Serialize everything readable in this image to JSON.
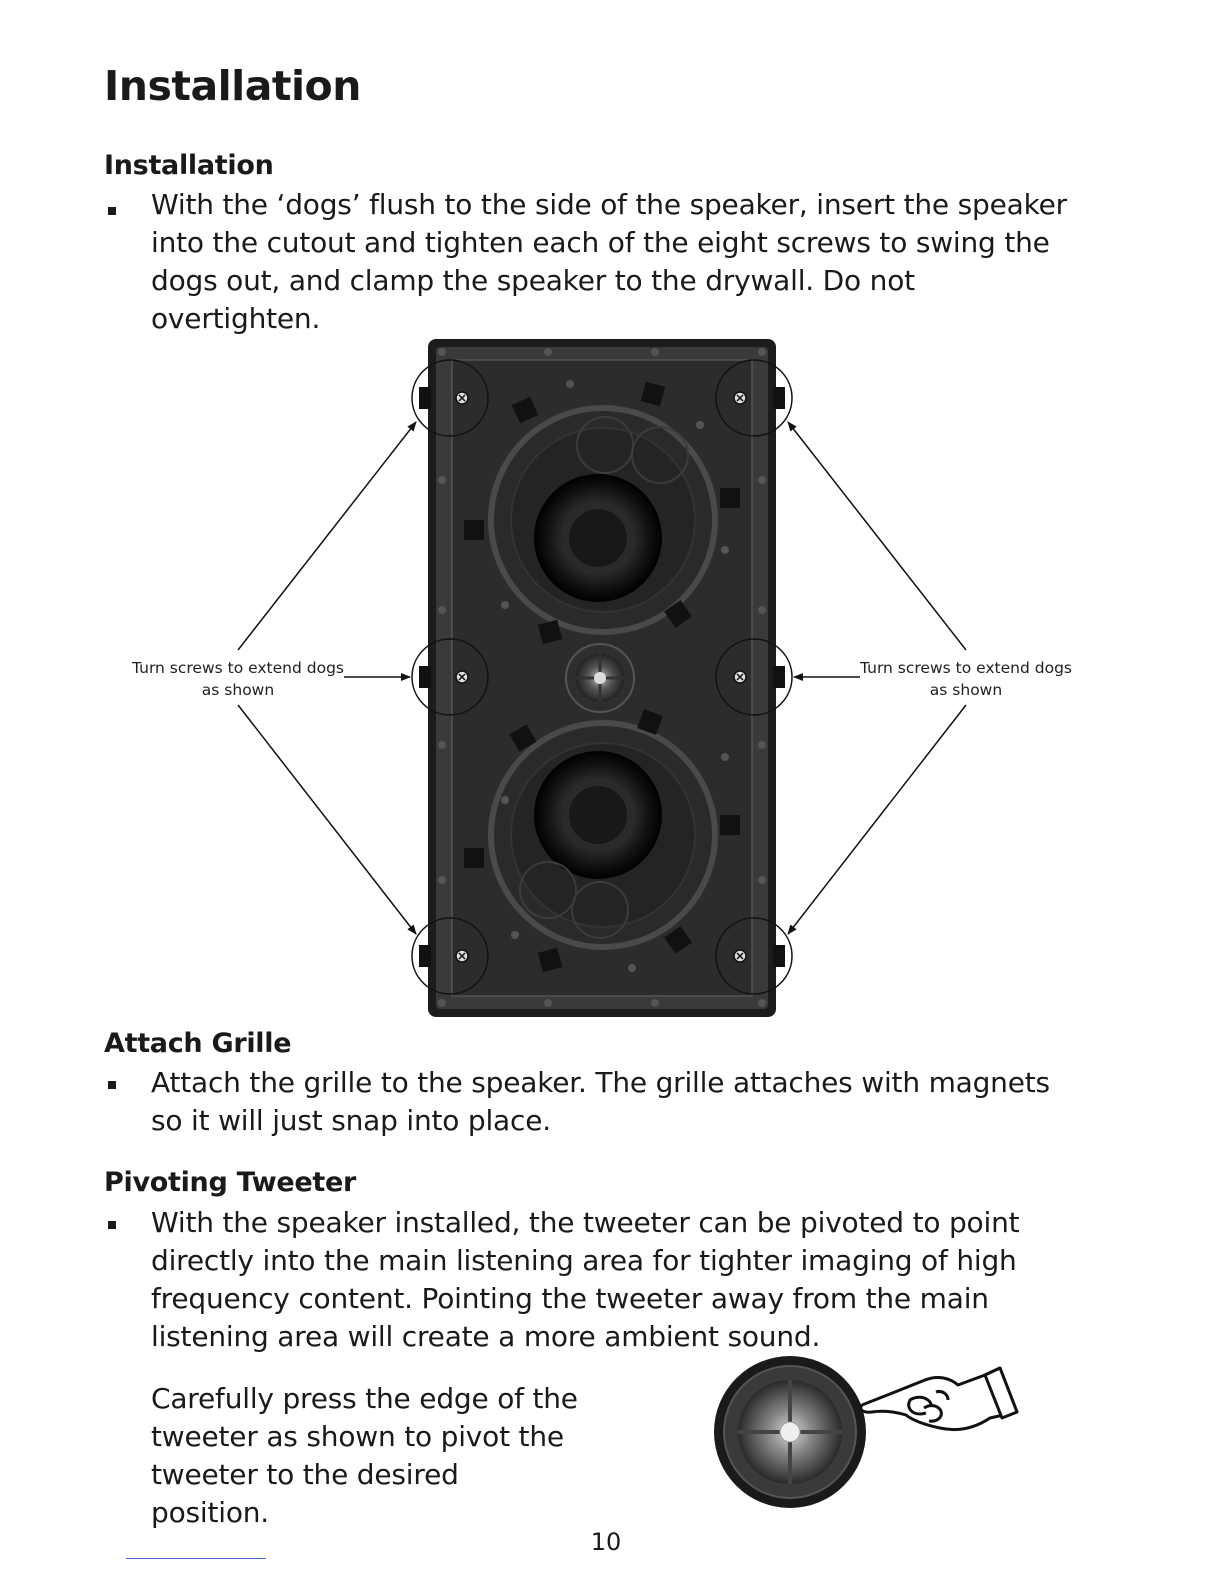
{
  "page": {
    "title": "Installation",
    "page_number": "10"
  },
  "sections": {
    "installation": {
      "heading": "Installation",
      "bullet_text": "With the ‘dogs’ flush to the side of the speaker, insert the speaker into the cutout and tighten each of the eight screws to swing the dogs out, and clamp the speaker to the drywall. Do not overtighten."
    },
    "attach_grille": {
      "heading": "Attach Grille",
      "bullet_text": "Attach the grille to the speaker. The grille attaches with magnets so it will just snap into place."
    },
    "pivoting_tweeter": {
      "heading": "Pivoting Tweeter",
      "bullet_text": "With the speaker installed, the tweeter can be pivoted to point directly into the main listening area for tighter imaging of high frequency content. Pointing the tweeter away from the main listening area will create a more ambient sound.",
      "instruction_text": "Carefully press the edge of the tweeter as shown to pivot the tweeter to the desired position."
    }
  },
  "diagram": {
    "callout_left": {
      "line1": "Turn screws to extend dogs",
      "line2": "as shown"
    },
    "callout_right": {
      "line1": "Turn screws to extend dogs",
      "line2": "as shown"
    }
  },
  "colors": {
    "text": "#1a1a1a",
    "speaker_body": "#3a3a3a",
    "speaker_frame": "#1c1c1c",
    "link_underline": "#4a66d6"
  }
}
